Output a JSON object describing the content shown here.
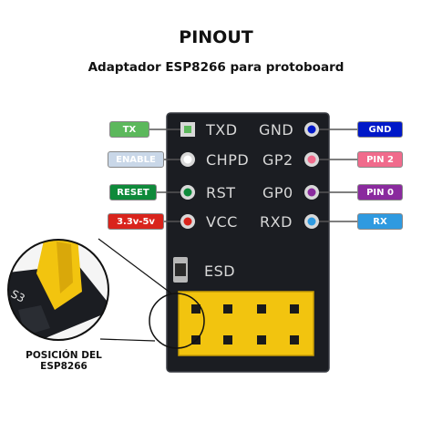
{
  "header": {
    "title": "PINOUT",
    "subtitle": "Adaptador ESP8266 para protoboard"
  },
  "labels": {
    "tx": "TX",
    "enable": "ENABLE",
    "reset": "RESET",
    "power": "3.3v-5v",
    "gnd": "GND",
    "pin2": "PIN 2",
    "pin0": "PIN 0",
    "rx": "RX"
  },
  "board": {
    "left_pins": [
      "TXD",
      "CHPD",
      "RST",
      "VCC"
    ],
    "right_pins": [
      "GND",
      "GP2",
      "GP0",
      "RXD"
    ],
    "esd": "ESD"
  },
  "zoom": {
    "caption": "POSICIÓN DEL ESP8266",
    "board_text": "S3"
  },
  "colors": {
    "tx": "#5cb85c",
    "enable": "#c9d7e8",
    "reset": "#0e8a3a",
    "power": "#d9241c",
    "gnd": "#0018c8",
    "pin2": "#f06b8c",
    "pin0": "#8a2a9e",
    "rx": "#2f9ae0",
    "board": "#1b1d22",
    "header_pins": "#f2c40f"
  }
}
